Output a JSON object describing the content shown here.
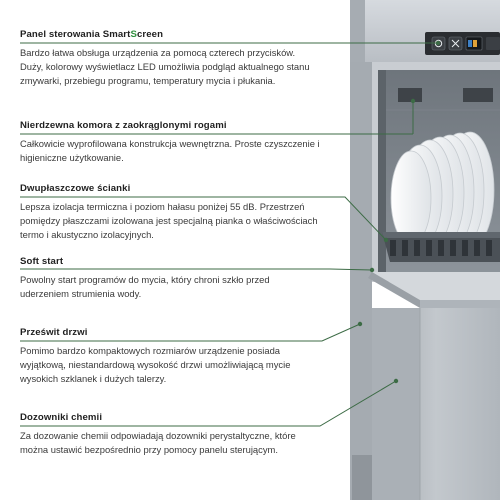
{
  "features": [
    {
      "title": "Panel sterowania Smart",
      "title_accent": "S",
      "title_suffix": "creen",
      "desc": "Bardzo łatwa obsługa urządzenia za pomocą czterech przycisków. Duży, kolorowy wyświetlacz LED umożliwia podgląd aktualnego stanu zmywarki, przebiegu programu, temperatury mycia i płukania."
    },
    {
      "title": "Nierdzewna komora z zaokrąglonymi rogami",
      "desc": "Całkowicie wyprofilowana konstrukcja wewnętrzna. Proste czyszczenie i higieniczne użytkowanie."
    },
    {
      "title": "Dwupłaszczowe ścianki",
      "desc": "Lepsza izolacja termiczna i poziom hałasu poniżej 55 dB. Przestrzeń pomiędzy płaszczami izolowana jest specjalną pianka o właściwościach termo i akustyczno izolacyjnych."
    },
    {
      "title": "Soft start",
      "desc": "Powolny start programów do mycia, który chroni szkło przed uderzeniem strumienia wody."
    },
    {
      "title": "Prześwit drzwi",
      "desc": "Pomimo bardzo kompaktowych rozmiarów urządzenie posiada wyjątkową, niestandardową wysokość drzwi umożliwiającą mycie wysokich szklanek i dużych talerzy."
    },
    {
      "title": "Dozowniki chemii",
      "desc": "Za dozowanie chemii odpowiadają dozowniki perystaltyczne, które można ustawić bezpośrednio przy pomocy panelu sterującym."
    }
  ],
  "colors": {
    "accent": "#2f8f3e",
    "leader": "#3c6b45",
    "steel": "#b7bcc1",
    "panel": "#2a2d31"
  },
  "icons": [
    "control-panel-icon",
    "power-button-icon"
  ]
}
